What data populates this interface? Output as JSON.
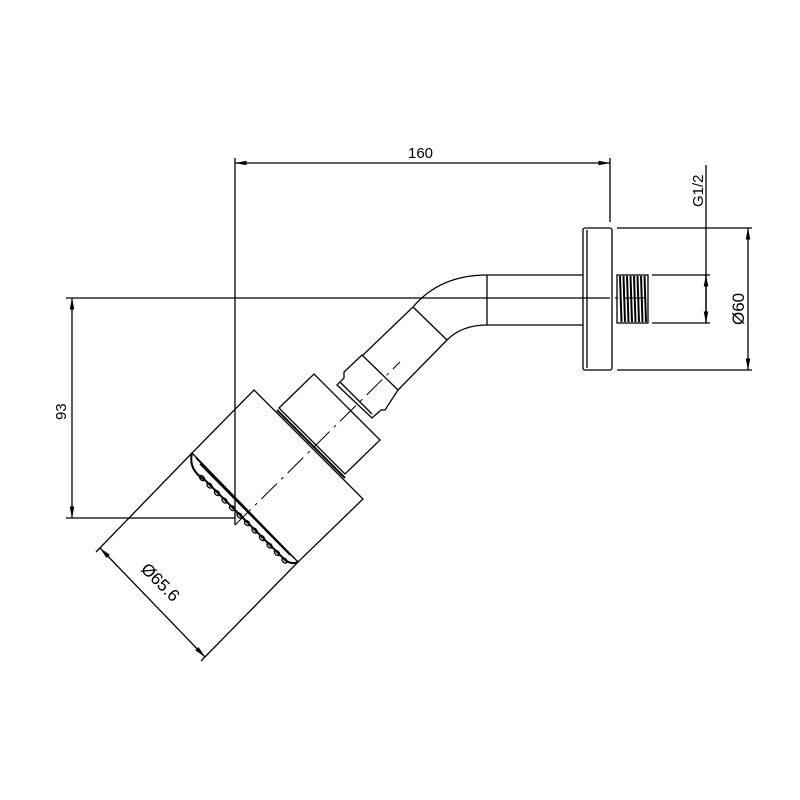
{
  "drawing": {
    "dimensions": {
      "length": "160",
      "height": "93",
      "head_diameter": "Ø65.6",
      "flange_diameter": "Ø60",
      "thread": "G1/2"
    },
    "line_color": "#000000",
    "background": "#ffffff"
  }
}
